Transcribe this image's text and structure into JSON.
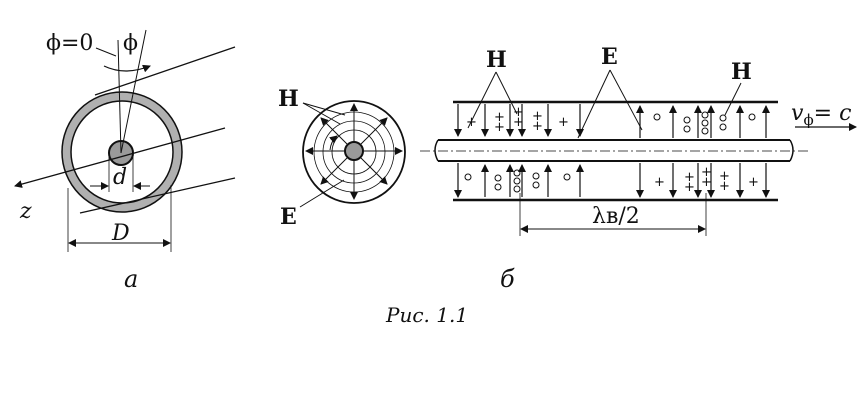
{
  "figure": {
    "caption": "Рис. 1.1",
    "panel_a": {
      "tag": "а",
      "phi_zero": "ϕ=0",
      "phi": "ϕ",
      "axis_z": "z",
      "inner_d": "d",
      "outer_D": "D"
    },
    "panel_b": {
      "tag": "б",
      "H": "H",
      "E": "E",
      "velocity_v": "v",
      "velocity_sub": "ϕ",
      "velocity_eq": "= c",
      "wavelength": "λв/2"
    },
    "cross_section": {
      "H": "H",
      "E": "E"
    }
  },
  "colors": {
    "ink": "#111111",
    "shield_fill": "#b0b0b0",
    "conductor_fill": "#9a9a9a"
  }
}
